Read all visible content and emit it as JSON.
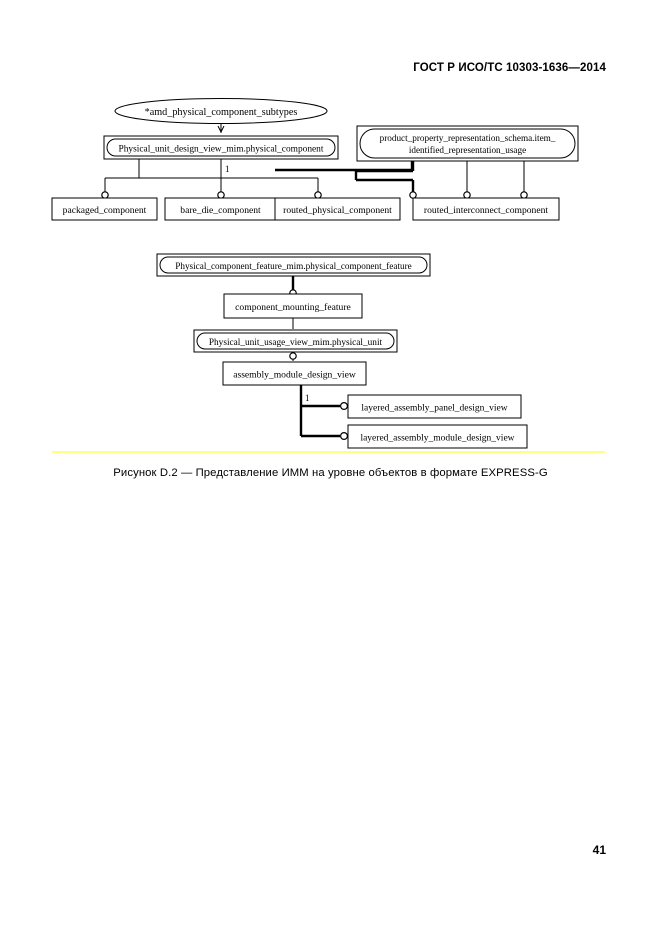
{
  "header": {
    "standard_id": "ГОСТ Р ИСО/ТС 10303-1636—2014"
  },
  "footer": {
    "page_number": "41"
  },
  "figure": {
    "caption": "Рисунок D.2 — Представление ИММ на уровне объектов в формате EXPRESS-G"
  },
  "colors": {
    "line": "#000000",
    "rule": "#ffff80",
    "background": "#ffffff"
  },
  "chart_data": {
    "type": "diagram",
    "notation": "EXPRESS-G",
    "title": "Рисунок D.2 — Представление ИММ на уровне объектов в формате EXPRESS-G",
    "nodes": [
      {
        "id": "n1",
        "label": "*amd_physical_component_subtypes",
        "shape": "ellipse"
      },
      {
        "id": "n2",
        "label": "Physical_unit_design_view_mim.physical_component",
        "shape": "interfaced-schema"
      },
      {
        "id": "n3",
        "label": "product_property_representation_schema.item_\nidentified_representation_usage",
        "shape": "interfaced-schema",
        "lines": [
          "product_property_representation_schema.item_",
          "identified_representation_usage"
        ]
      },
      {
        "id": "n4",
        "label": "packaged_component",
        "shape": "rect"
      },
      {
        "id": "n5",
        "label": "bare_die_component",
        "shape": "rect"
      },
      {
        "id": "n6",
        "label": "routed_physical_component",
        "shape": "rect"
      },
      {
        "id": "n7",
        "label": "routed_interconnect_component",
        "shape": "rect"
      },
      {
        "id": "n8",
        "label": "Physical_component_feature_mim.physical_component_feature",
        "shape": "interfaced-schema"
      },
      {
        "id": "n9",
        "label": "component_mounting_feature",
        "shape": "rect"
      },
      {
        "id": "n10",
        "label": "Physical_unit_usage_view_mim.physical_unit",
        "shape": "interfaced-schema"
      },
      {
        "id": "n11",
        "label": "assembly_module_design_view",
        "shape": "rect"
      },
      {
        "id": "n12",
        "label": "layered_assembly_panel_design_view",
        "shape": "rect"
      },
      {
        "id": "n13",
        "label": "layered_assembly_module_design_view",
        "shape": "rect"
      }
    ],
    "edge_labels": [
      {
        "id": "m1",
        "text": "1"
      },
      {
        "id": "m2",
        "text": "1"
      }
    ],
    "edges": [
      {
        "from": "n1",
        "to": "n2",
        "style": "thin-arrow"
      },
      {
        "from": "n2",
        "to": "n4",
        "style": "thin-circle"
      },
      {
        "from": "n2",
        "to": "n5",
        "style": "thin-circle"
      },
      {
        "from": "n2",
        "to": "n6",
        "style": "thin-circle"
      },
      {
        "from": "n3",
        "to": "n6",
        "style": "thick-circle"
      },
      {
        "from": "n3",
        "to": "n7",
        "style": "thick-circle"
      },
      {
        "from": "n3",
        "to": "n7",
        "style": "thin-circle"
      },
      {
        "from": "n8",
        "to": "n9",
        "style": "thick-circle"
      },
      {
        "from": "n10",
        "to": "n11",
        "style": "thin-circle"
      },
      {
        "from": "n11",
        "to": "n12",
        "style": "thick-circle"
      },
      {
        "from": "n11",
        "to": "n13",
        "style": "thick-circle"
      }
    ]
  }
}
